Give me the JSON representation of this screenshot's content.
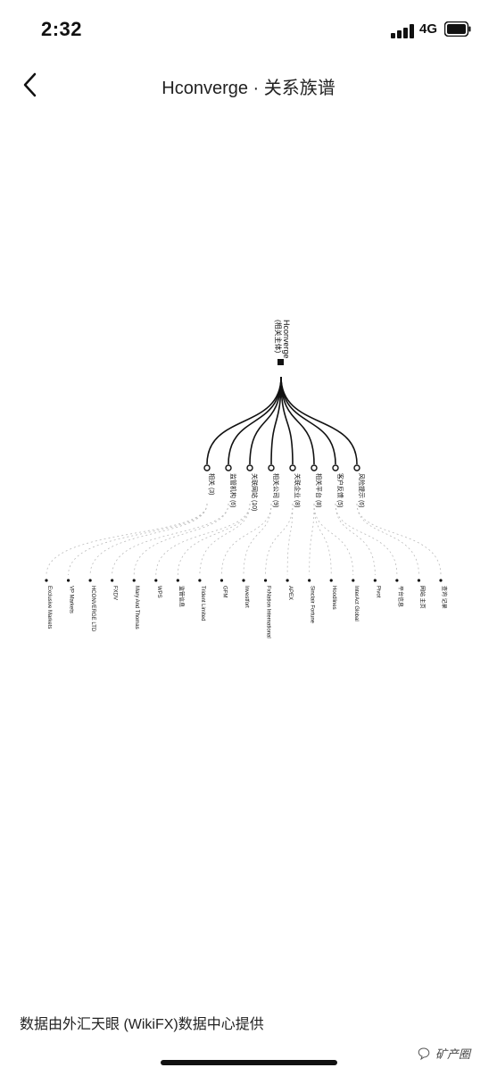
{
  "status": {
    "time": "2:32",
    "network": "4G"
  },
  "nav": {
    "title": "Hconverge · 关系族谱",
    "back_icon": "chevron-left-icon"
  },
  "graph": {
    "root_label": "Hconverge",
    "root_sublabel": "(相关主体)",
    "categories": [
      "相关 (3)",
      "监管机构 (6)",
      "关联网站 (10)",
      "相关公司 (9)",
      "关联企业 (8)",
      "相关平台 (8)",
      "客户反馈 (5)",
      "风险提示 (6)"
    ],
    "leaves": [
      "Exclusive Markets",
      "VP Markets",
      "HCONVERGE LTD",
      "FXDV",
      "Mary And Thomas",
      "WPS",
      "监管信息",
      "Trident Limited",
      "GFM",
      "Investfort",
      "FxNation International",
      "APEX",
      "Sinclair Fortune",
      "Hoodlines",
      "InterAct Global",
      "Pivot",
      "平台信息",
      "网站 主页",
      "查询 记录"
    ]
  },
  "footer": {
    "source_text": "数据由外汇天眼 (WikiFX)数据中心提供",
    "watermark": "矿产圈"
  }
}
